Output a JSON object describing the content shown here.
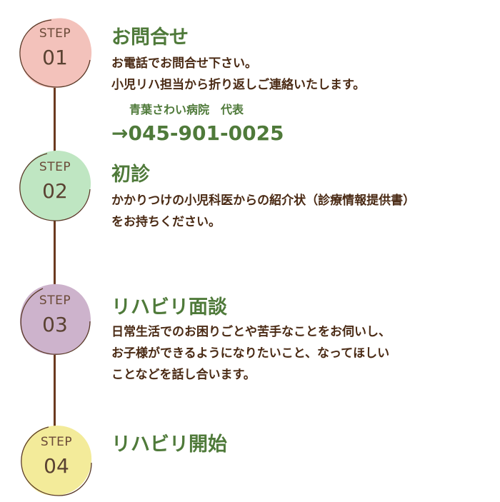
{
  "steps": [
    {
      "step_label": "STEP",
      "number": "01",
      "color": "#f3c2bb",
      "title": "お問合せ",
      "lines": [
        "お電話でお問合せ下さい。",
        "小児リハ担当から折り返しご連絡いたします。"
      ]
    },
    {
      "step_label": "STEP",
      "number": "02",
      "color": "#bfe6c2",
      "title": "初診",
      "lines": [
        "かかりつけの小児科医からの紹介状（診療情報提供書）",
        "をお持ちください。"
      ]
    },
    {
      "step_label": "STEP",
      "number": "03",
      "color": "#cdb3cc",
      "title": "リハビリ面談",
      "lines": [
        "日常生活でのお困りごとや苦手なことをお伺いし、",
        "お子様ができるようになりたいこと、なってほしい",
        "ことなどを話し合います。"
      ]
    },
    {
      "step_label": "STEP",
      "number": "04",
      "color": "#f3eb9a",
      "title": "リハビリ開始",
      "lines": []
    }
  ],
  "contact": {
    "name": "青葉さわい病院　代表",
    "phone": "→045-901-0025"
  },
  "colors": {
    "heading": "#4f7a3a",
    "body_text": "#4a2a14",
    "timeline": "#6b3a1f"
  }
}
